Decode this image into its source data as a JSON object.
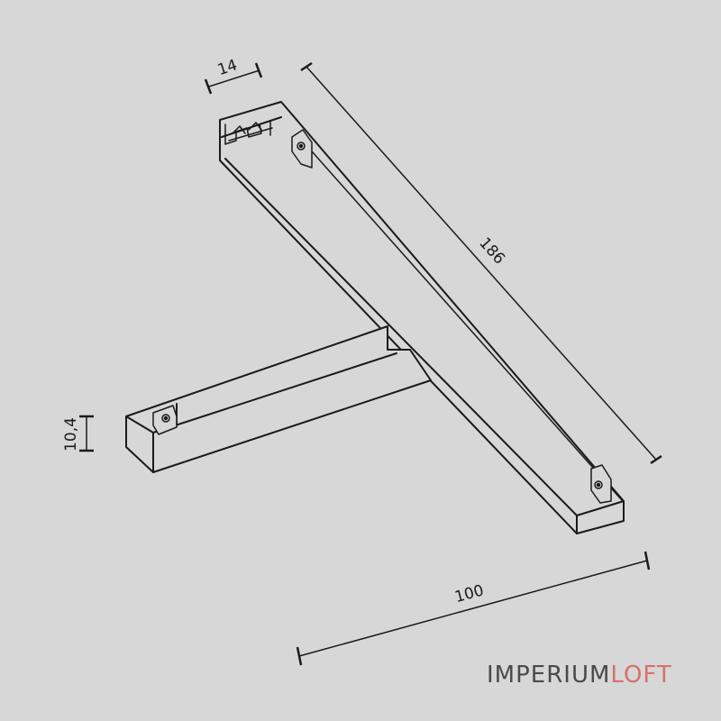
{
  "dimensions": {
    "width_label": "14",
    "length_label": "186",
    "height_label": "10,4",
    "branch_label": "100"
  },
  "watermark": {
    "part1": "IMPERIUM",
    "part2": "LOFT"
  },
  "colors": {
    "background": "#d7d7d7",
    "line": "#1a1a1a",
    "watermark_main": "#4a4a4a",
    "watermark_accent": "#d8706a"
  }
}
